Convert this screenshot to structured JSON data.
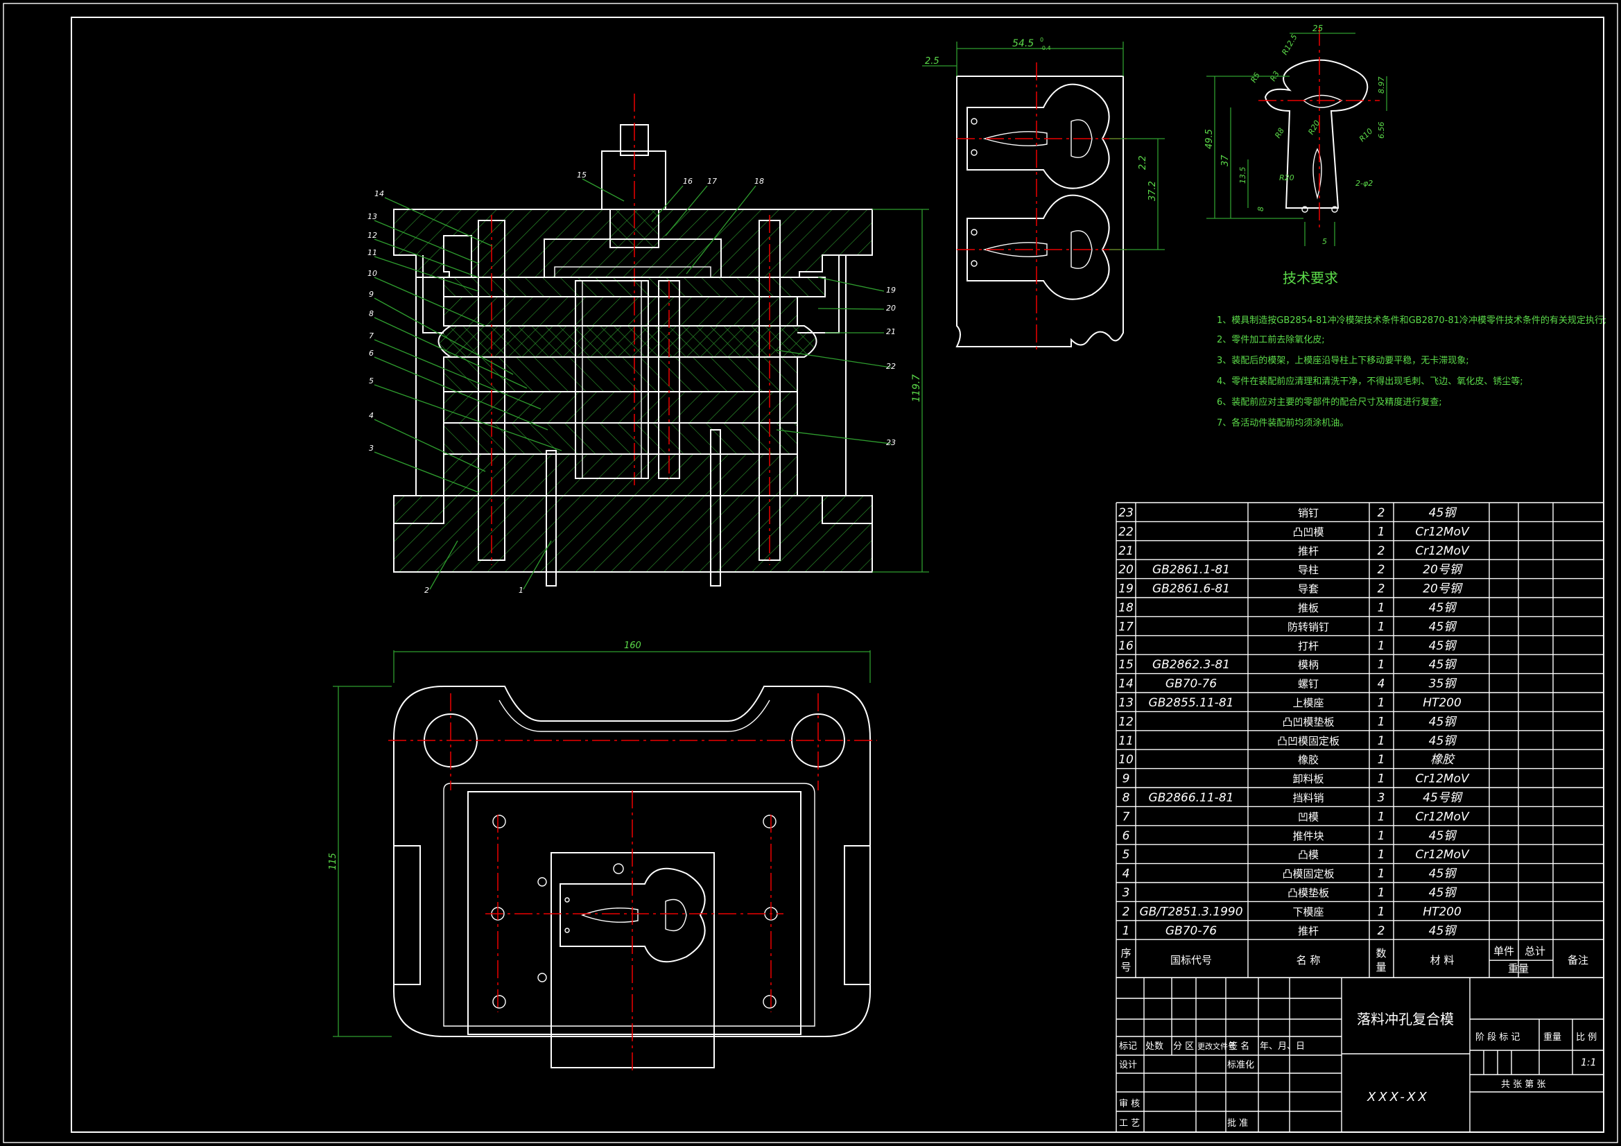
{
  "title_block": {
    "drawing_name": "落料冲孔复合模",
    "drawing_number": "XXX-XX",
    "scale": "1:1",
    "labels": {
      "mark": "标记",
      "count": "处数",
      "zone": "分 区",
      "change_doc": "更改文件号",
      "signature": "签 名",
      "date": "年、月、日",
      "design": "设计",
      "standardize": "标准化",
      "review": "审 核",
      "process": "工 艺",
      "approve": "批 准",
      "stage_mark": "阶 段 标 记",
      "weight": "重量",
      "ratio": "比 例",
      "sheets": "共  张    第  张"
    }
  },
  "bom": {
    "header": {
      "no": "序号",
      "std_code": "国标代号",
      "name": "名  称",
      "qty": "数量",
      "material": "材  料",
      "unit_weight": "单件",
      "total_weight": "总计",
      "weight": "重量",
      "remark": "备注"
    },
    "rows": [
      {
        "no": "23",
        "code": "",
        "name": "销钉",
        "qty": "2",
        "mat": "45钢"
      },
      {
        "no": "22",
        "code": "",
        "name": "凸凹模",
        "qty": "1",
        "mat": "Cr12MoV"
      },
      {
        "no": "21",
        "code": "",
        "name": "推杆",
        "qty": "2",
        "mat": "Cr12MoV"
      },
      {
        "no": "20",
        "code": "GB2861.1-81",
        "name": "导柱",
        "qty": "2",
        "mat": "20号钢"
      },
      {
        "no": "19",
        "code": "GB2861.6-81",
        "name": "导套",
        "qty": "2",
        "mat": "20号钢"
      },
      {
        "no": "18",
        "code": "",
        "name": "推板",
        "qty": "1",
        "mat": "45钢"
      },
      {
        "no": "17",
        "code": "",
        "name": "防转销钉",
        "qty": "1",
        "mat": "45钢"
      },
      {
        "no": "16",
        "code": "",
        "name": "打杆",
        "qty": "1",
        "mat": "45钢"
      },
      {
        "no": "15",
        "code": "GB2862.3-81",
        "name": "模柄",
        "qty": "1",
        "mat": "45钢"
      },
      {
        "no": "14",
        "code": "GB70-76",
        "name": "螺钉",
        "qty": "4",
        "mat": "35钢"
      },
      {
        "no": "13",
        "code": "GB2855.11-81",
        "name": "上模座",
        "qty": "1",
        "mat": "HT200"
      },
      {
        "no": "12",
        "code": "",
        "name": "凸凹模垫板",
        "qty": "1",
        "mat": "45钢"
      },
      {
        "no": "11",
        "code": "",
        "name": "凸凹模固定板",
        "qty": "1",
        "mat": "45钢"
      },
      {
        "no": "10",
        "code": "",
        "name": "橡胶",
        "qty": "1",
        "mat": "橡胶"
      },
      {
        "no": "9",
        "code": "",
        "name": "卸料板",
        "qty": "1",
        "mat": "Cr12MoV"
      },
      {
        "no": "8",
        "code": "GB2866.11-81",
        "name": "挡料销",
        "qty": "3",
        "mat": "45号钢"
      },
      {
        "no": "7",
        "code": "",
        "name": "凹模",
        "qty": "1",
        "mat": "Cr12MoV"
      },
      {
        "no": "6",
        "code": "",
        "name": "推件块",
        "qty": "1",
        "mat": "45钢"
      },
      {
        "no": "5",
        "code": "",
        "name": "凸模",
        "qty": "1",
        "mat": "Cr12MoV"
      },
      {
        "no": "4",
        "code": "",
        "name": "凸模固定板",
        "qty": "1",
        "mat": "45钢"
      },
      {
        "no": "3",
        "code": "",
        "name": "凸模垫板",
        "qty": "1",
        "mat": "45钢"
      },
      {
        "no": "2",
        "code": "GB/T2851.3.1990",
        "name": "下模座",
        "qty": "1",
        "mat": "HT200"
      },
      {
        "no": "1",
        "code": "GB70-76",
        "name": "推杆",
        "qty": "2",
        "mat": "45钢"
      }
    ]
  },
  "tech_requirements": {
    "title": "技术要求",
    "items": [
      "1、模具制造按GB2854-81冲冷模架技术条件和GB2870-81冷冲模零件技术条件的有关规定执行;",
      "2、零件加工前去除氧化皮;",
      "3、装配后的模架，上模座沿导柱上下移动要平稳，无卡滞现象;",
      "4、零件在装配前应清理和清洗干净，不得出现毛刺、飞边、氧化皮、锈尘等;",
      "6、装配前应对主要的零部件的配合尺寸及精度进行复查;",
      "7、各活动件装配前均须涂机油。"
    ]
  },
  "dimensions": {
    "top_plan_width": "160",
    "plan_height": "115",
    "section_height": "119.7",
    "strip_width": "54.5",
    "strip_tol_upper": "0",
    "strip_tol_lower": "-0.4",
    "strip_edge": "2.5",
    "strip_pitch": "37.2",
    "strip_gap": "2.2",
    "part": {
      "width": "25",
      "r_top": "R12.5",
      "r5": "R5",
      "r3": "R3",
      "r8": "R8",
      "r20": "R20",
      "r10": "R10",
      "r20b": "R20",
      "h_total": "49.5",
      "h37": "37",
      "h13_5": "13.5",
      "h8": "8",
      "h8_97": "8.97",
      "h6_56": "6.56",
      "holes": "2-φ2",
      "pitch5": "5"
    }
  },
  "part_numbers": [
    "1",
    "2",
    "3",
    "4",
    "5",
    "6",
    "7",
    "8",
    "9",
    "10",
    "11",
    "12",
    "13",
    "14",
    "15",
    "16",
    "17",
    "18",
    "19",
    "20",
    "21",
    "22",
    "23"
  ]
}
